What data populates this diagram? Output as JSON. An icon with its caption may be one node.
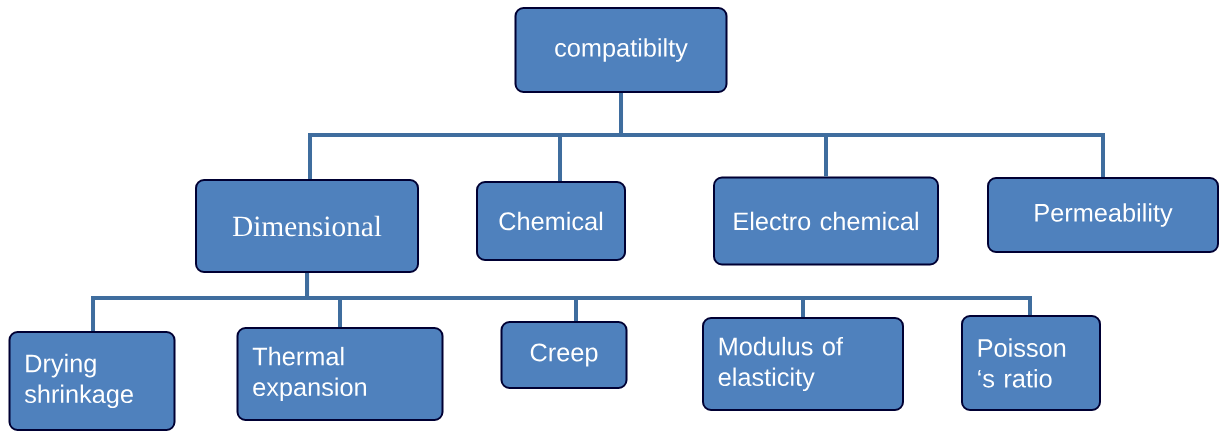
{
  "diagram": {
    "nodes": [
      {
        "text": [
          "compatibilty"
        ]
      },
      {
        "text": [
          "Dimensional"
        ]
      },
      {
        "text": [
          "Chemical"
        ]
      },
      {
        "text": [
          "Electro chemical"
        ]
      },
      {
        "text": [
          "Permeability"
        ]
      },
      {
        "text": [
          "Drying shrinkage"
        ]
      },
      {
        "text": [
          "Thermal expansion"
        ]
      },
      {
        "text": [
          "Creep"
        ]
      },
      {
        "text": [
          "Modulus of elasticity"
        ]
      },
      {
        "text": [
          "Poisson ‘s ratio"
        ]
      }
    ],
    "edges": [
      {
        "from": 0,
        "to": 1,
        "arrow": "none"
      },
      {
        "from": 0,
        "to": 2,
        "arrow": "none"
      },
      {
        "from": 0,
        "to": 3,
        "arrow": "none"
      },
      {
        "from": 0,
        "to": 4,
        "arrow": "none"
      },
      {
        "from": 1,
        "to": 5,
        "arrow": "none"
      },
      {
        "from": 1,
        "to": 6,
        "arrow": "none"
      },
      {
        "from": 1,
        "to": 7,
        "arrow": "none"
      },
      {
        "from": 1,
        "to": 8,
        "arrow": "none"
      },
      {
        "from": 1,
        "to": 9,
        "arrow": "none"
      }
    ]
  }
}
